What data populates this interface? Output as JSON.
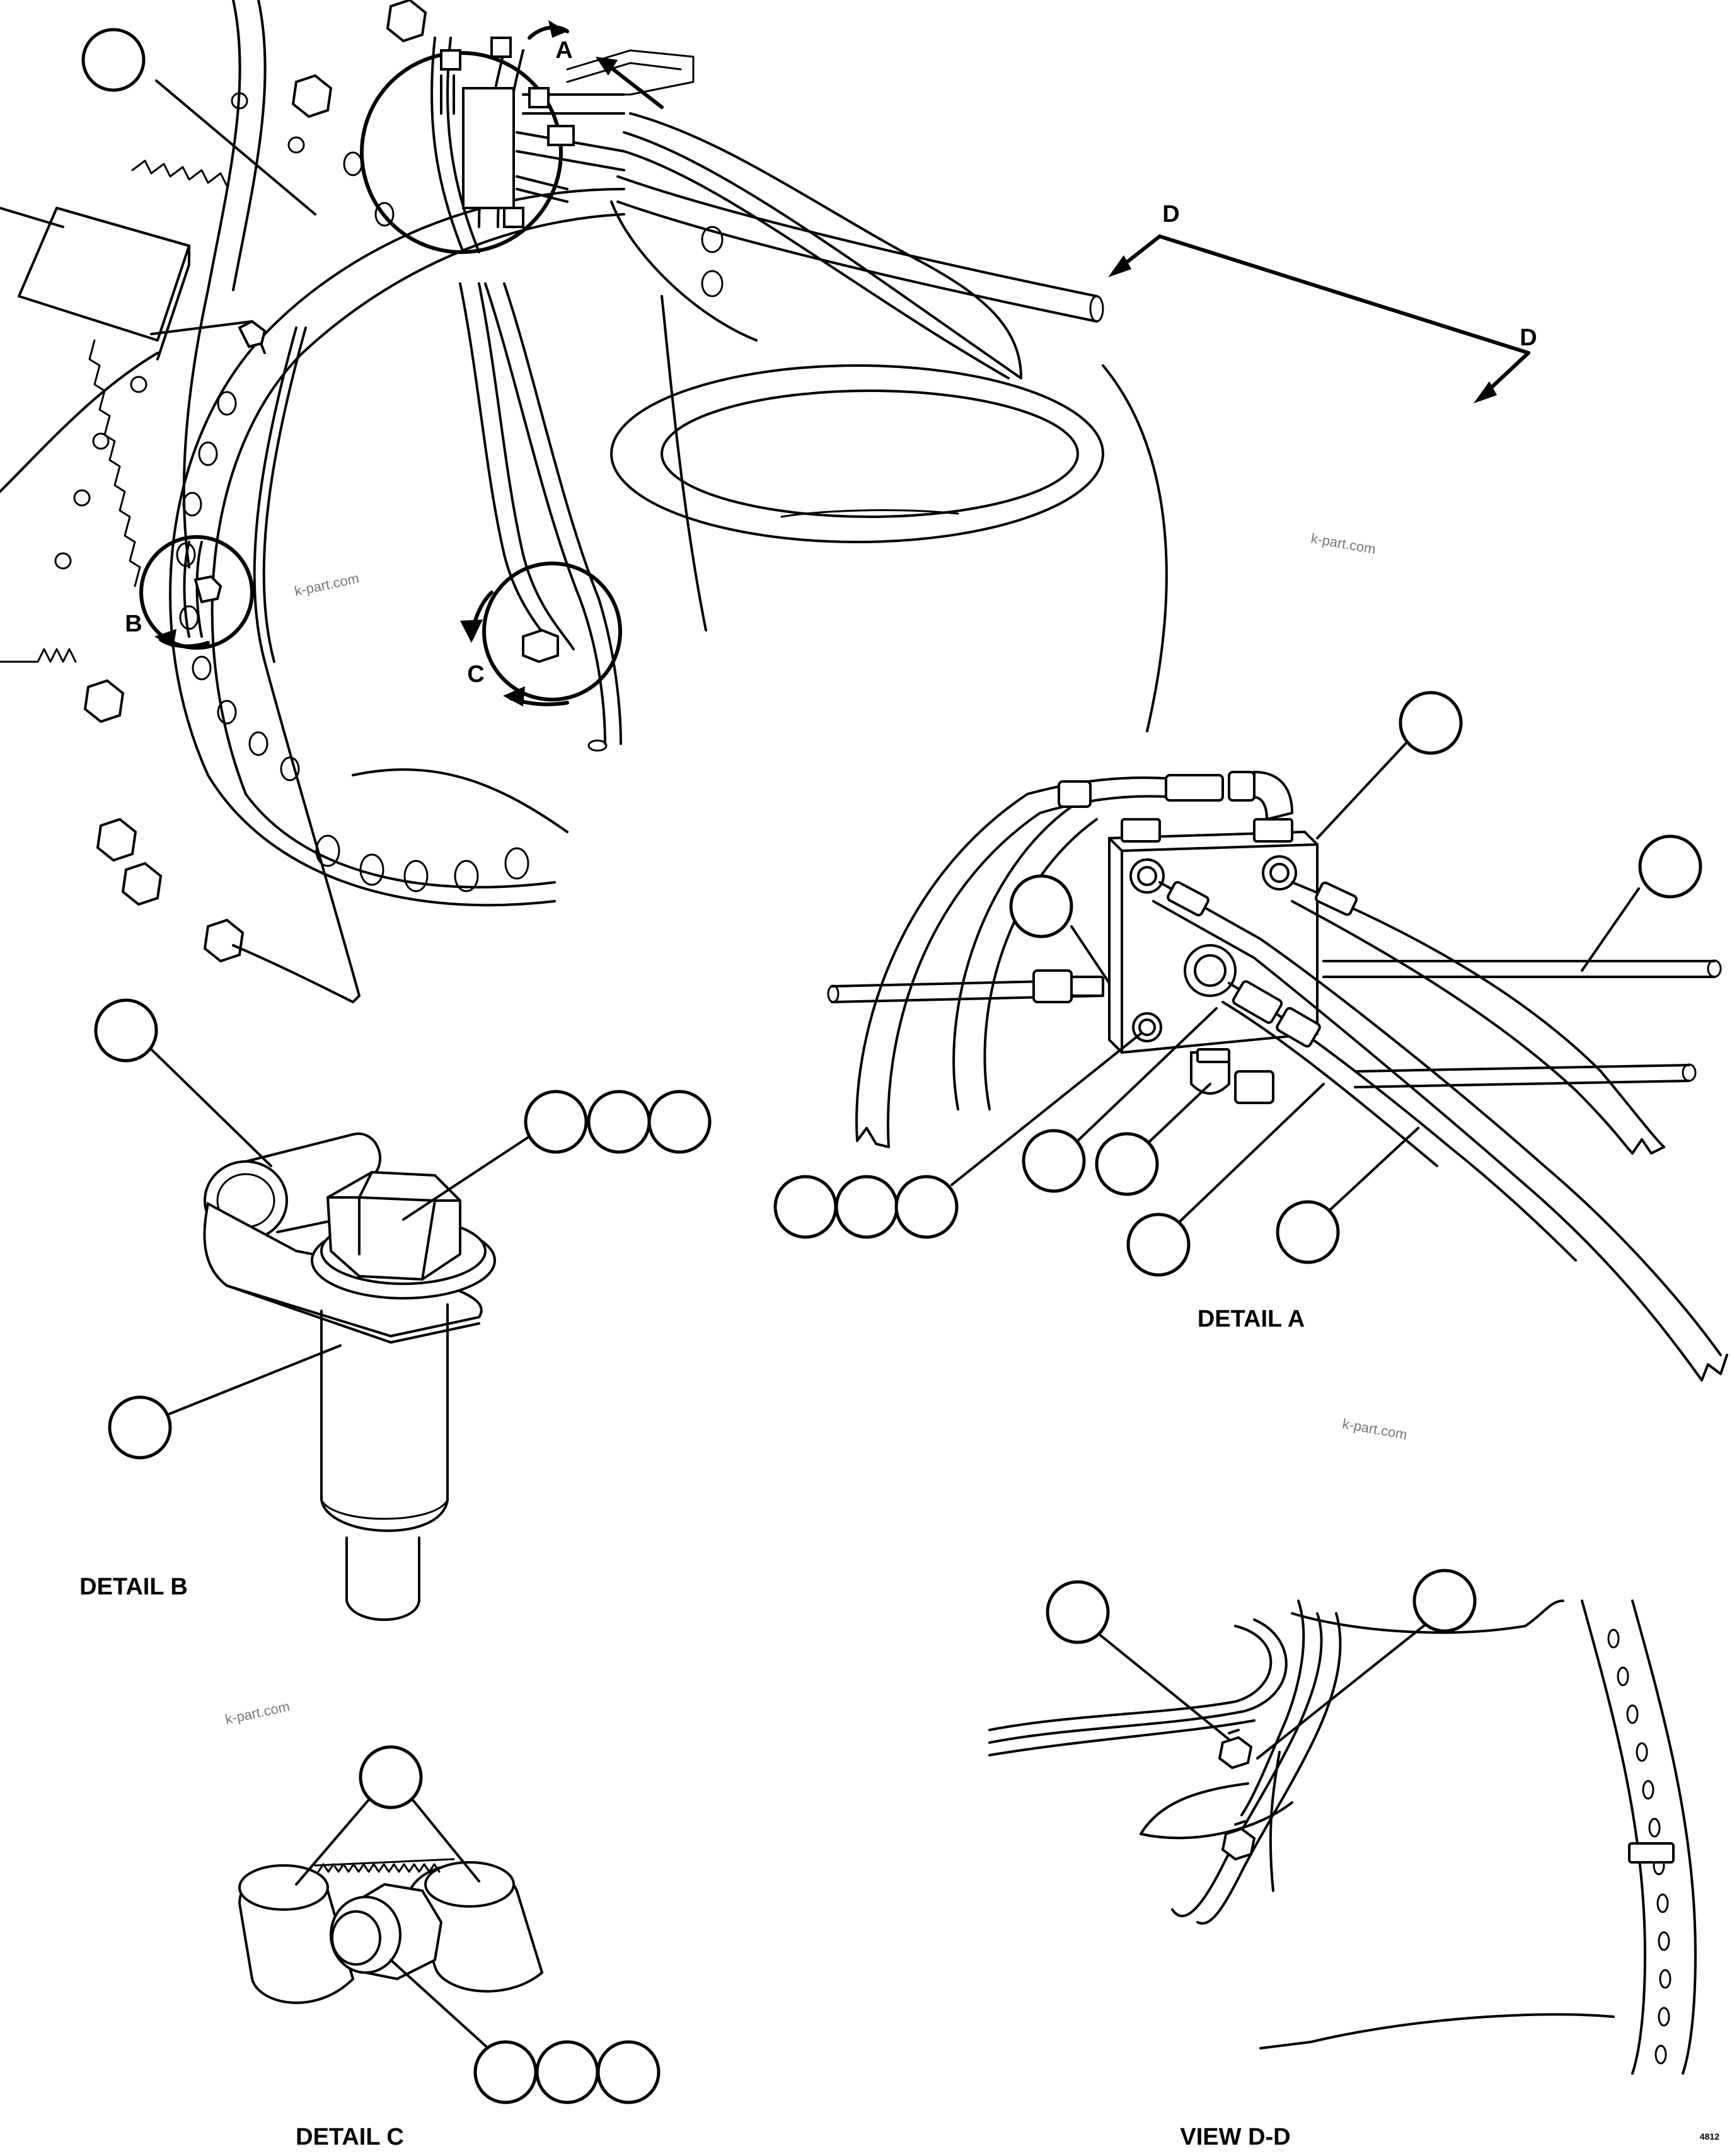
{
  "view_markers": {
    "a": "A",
    "b": "B",
    "c": "C",
    "d1": "D",
    "d2": "D"
  },
  "captions": {
    "detail_a": "DETAIL A",
    "detail_b": "DETAIL B",
    "detail_c": "DETAIL C",
    "view_dd": "VIEW D-D"
  },
  "watermark": "k-part.com",
  "figure_code": "4812"
}
